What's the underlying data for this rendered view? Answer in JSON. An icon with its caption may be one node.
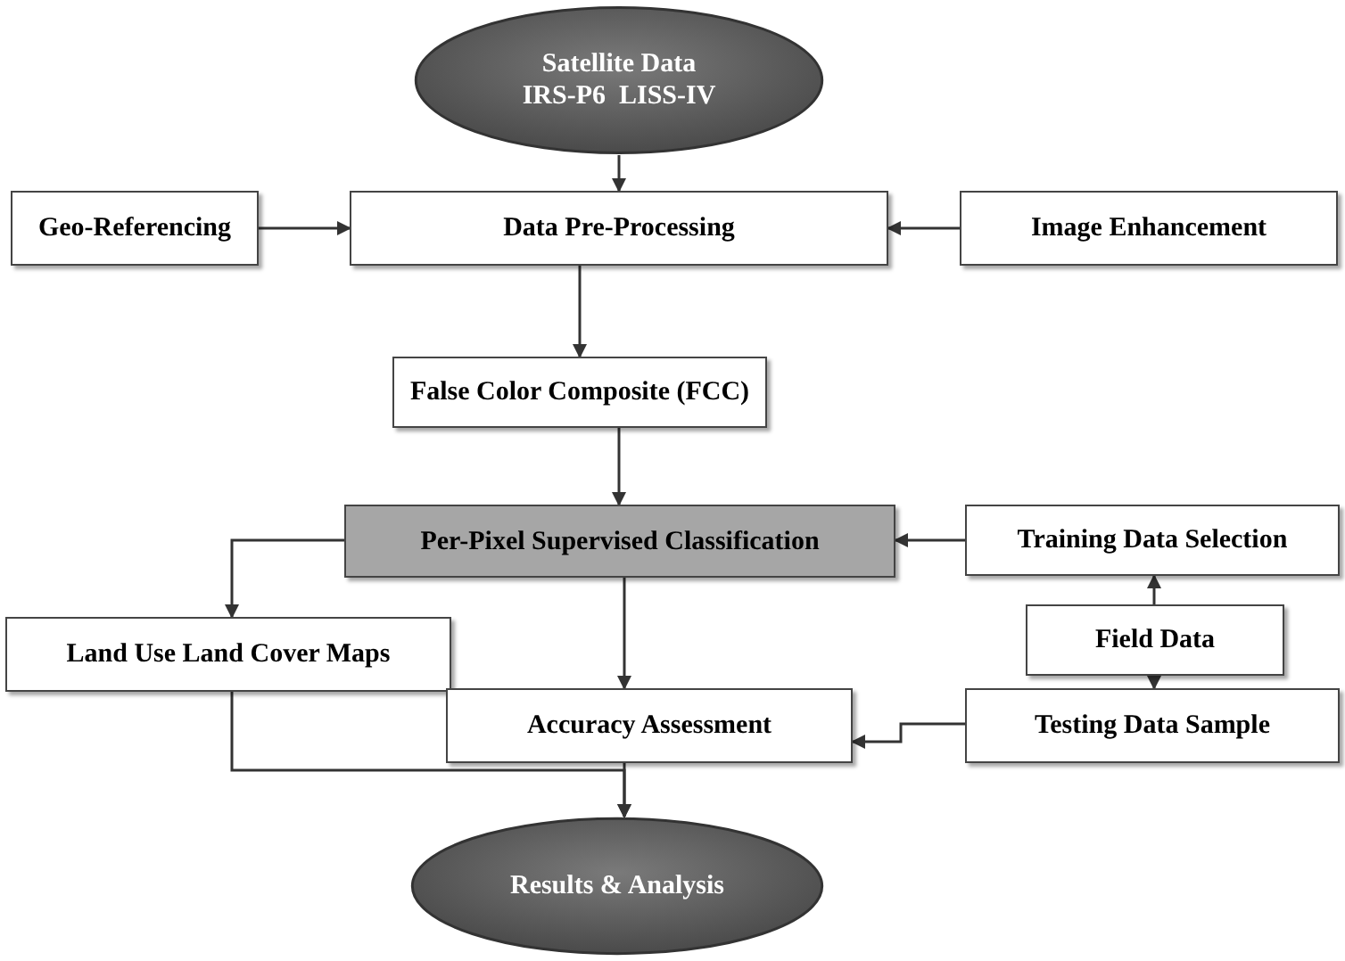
{
  "diagram": {
    "nodes": [
      {
        "text": [
          "Satellite Data",
          "IRS-P6  LISS-IV"
        ]
      },
      {
        "text": [
          "Geo-Referencing"
        ]
      },
      {
        "text": [
          "Data Pre-Processing"
        ]
      },
      {
        "text": [
          "Image Enhancement"
        ]
      },
      {
        "text": [
          "False Color Composite (FCC)"
        ]
      },
      {
        "text": [
          "Per-Pixel Supervised Classification"
        ]
      },
      {
        "text": [
          "Training Data Selection"
        ]
      },
      {
        "text": [
          "Land Use Land Cover Maps"
        ]
      },
      {
        "text": [
          "Field Data"
        ]
      },
      {
        "text": [
          "Accuracy Assessment"
        ]
      },
      {
        "text": [
          "Testing Data Sample"
        ]
      },
      {
        "text": [
          "Results & Analysis"
        ]
      }
    ],
    "edges": [
      {
        "from": 0,
        "to": 2,
        "arrow": "to"
      },
      {
        "from": 1,
        "to": 2,
        "arrow": "to"
      },
      {
        "from": 3,
        "to": 2,
        "arrow": "to"
      },
      {
        "from": 2,
        "to": 4,
        "arrow": "to"
      },
      {
        "from": 4,
        "to": 5,
        "arrow": "to"
      },
      {
        "from": 6,
        "to": 5,
        "arrow": "to"
      },
      {
        "from": 5,
        "to": 7,
        "arrow": "to"
      },
      {
        "from": 5,
        "to": 9,
        "arrow": "to"
      },
      {
        "from": 8,
        "to": 6,
        "arrow": "to"
      },
      {
        "from": 8,
        "to": 10,
        "arrow": "to"
      },
      {
        "from": 10,
        "to": 9,
        "arrow": "to"
      },
      {
        "from": 7,
        "to": 11,
        "arrow": "to"
      },
      {
        "from": 9,
        "to": 11,
        "arrow": "to"
      }
    ]
  }
}
